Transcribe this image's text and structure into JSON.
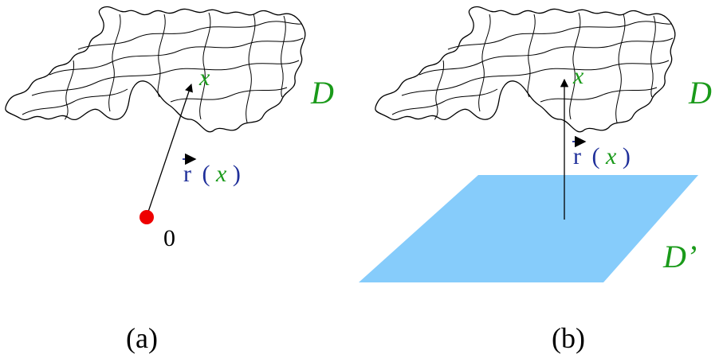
{
  "panel_a": {
    "surface_label": "D",
    "point_label": "x",
    "vector_symbol": "r",
    "vector_arg_open": "(",
    "vector_arg": "x",
    "vector_arg_close": ")",
    "origin_label": "0",
    "caption": "(a)"
  },
  "panel_b": {
    "surface_label": "D",
    "point_label": "x",
    "vector_symbol": "r",
    "vector_arg_open": "(",
    "vector_arg": "x",
    "vector_arg_close": ")",
    "plane_label": "D’",
    "caption": "(b)"
  },
  "colors": {
    "surface_label": "#1a9a1a",
    "point_label": "#1a9a1a",
    "vector_symbol": "#1f2f9a",
    "plane_fill": "#86ccfb",
    "origin_point": "#ee0000",
    "outline": "#000000"
  }
}
